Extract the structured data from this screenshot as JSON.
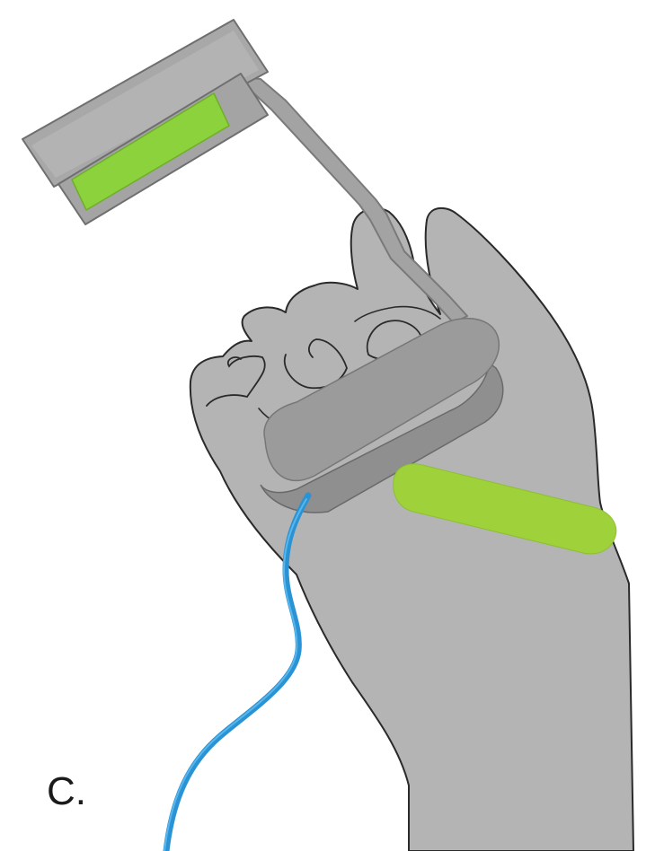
{
  "figure": {
    "panel_label": "C.",
    "components": [
      {
        "name": "hand",
        "color": "#b4b4b4"
      },
      {
        "name": "device-frame",
        "color": "#a0a0a0"
      },
      {
        "name": "green-sensor-pad",
        "color": "#8cd23c"
      },
      {
        "name": "grip-bar",
        "color": "#9b9b9b"
      },
      {
        "name": "green-wrist-band",
        "color": "#9fd23a"
      },
      {
        "name": "blue-cable",
        "color": "#2a93d5"
      }
    ]
  }
}
